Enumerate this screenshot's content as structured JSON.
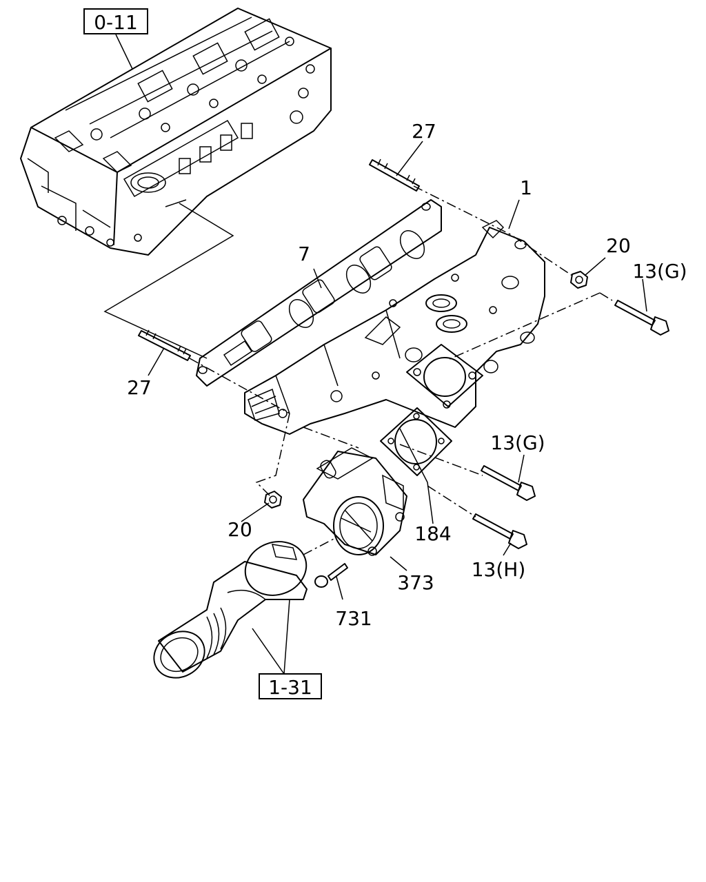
{
  "callouts": {
    "ref_cylinder_head": "0-11",
    "ref_intake_hose": "1-31",
    "p1": "1",
    "p7": "7",
    "p20_upper": "20",
    "p20_lower": "20",
    "p27_upper": "27",
    "p27_lower": "27",
    "p13g_upper": "13(G)",
    "p13g_lower": "13(G)",
    "p13h": "13(H)",
    "p184": "184",
    "p373": "373",
    "p731": "731"
  }
}
